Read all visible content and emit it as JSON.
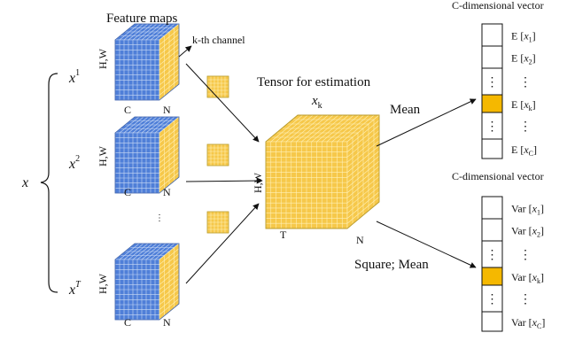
{
  "labels": {
    "feature_maps": "Feature maps",
    "kth_channel": "k-th channel",
    "tensor_title": "Tensor for estimation",
    "x": "x",
    "xk_base": "x",
    "xk_sub": "k",
    "hw": "H,W",
    "c": "C",
    "n": "N",
    "t": "T",
    "ellipsis": "⋮",
    "mean": "Mean",
    "square_mean": "Square;  Mean",
    "cdim_top": "C-dimensional vector",
    "cdim_bottom": "C-dimensional vector"
  },
  "inputs": [
    {
      "base": "x",
      "sup": "1"
    },
    {
      "base": "x",
      "sup": "2"
    },
    {
      "base": "x",
      "sup": "T"
    }
  ],
  "mean_vector": [
    {
      "prefix": "E [",
      "var": "x",
      "sub": "1",
      "suffix": "]"
    },
    {
      "prefix": "E [",
      "var": "x",
      "sub": "2",
      "suffix": "]"
    },
    {
      "dots": "⋮"
    },
    {
      "prefix": "E [",
      "var": "x",
      "sub": "k",
      "suffix": "]",
      "highlight": true
    },
    {
      "dots": "⋮"
    },
    {
      "prefix": "E [",
      "var": "x",
      "sub": "C",
      "suffix": "]"
    }
  ],
  "var_vector": [
    {
      "prefix": "Var [",
      "var": "x",
      "sub": "1",
      "suffix": "]"
    },
    {
      "prefix": "Var [",
      "var": "x",
      "sub": "2",
      "suffix": "]"
    },
    {
      "dots": "⋮"
    },
    {
      "prefix": "Var [",
      "var": "x",
      "sub": "k",
      "suffix": "]",
      "highlight": true
    },
    {
      "dots": "⋮"
    },
    {
      "prefix": "Var [",
      "var": "x",
      "sub": "C",
      "suffix": "]"
    }
  ],
  "colors": {
    "blue_face": "#4f7fd8",
    "blue_grid": "#c9d9f5",
    "yellow_face": "#f6c84a",
    "yellow_grid": "#fff1b8",
    "highlight": "#f5b800",
    "line": "#111111"
  }
}
